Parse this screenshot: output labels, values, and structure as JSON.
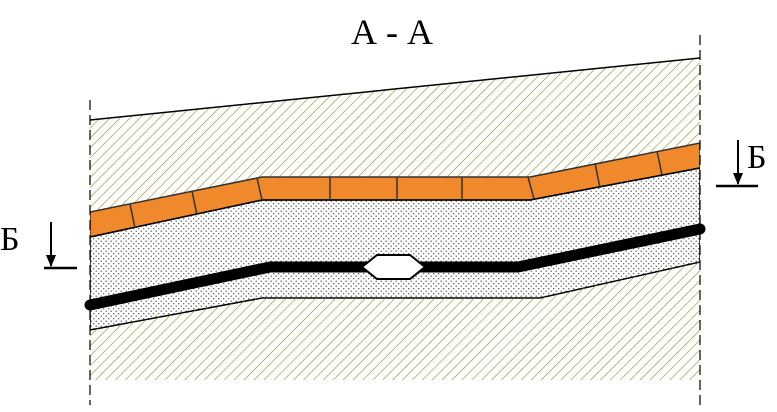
{
  "section_title": "А - А",
  "left_marker": {
    "letter": "Б"
  },
  "right_marker": {
    "letter": "Б"
  },
  "colors": {
    "hatch": "#8b8e2a",
    "tile_fill": "#f0892b",
    "tile_stroke": "#333333",
    "pipe": "#000000",
    "sand_dots": "#555555",
    "outline": "#000000"
  }
}
